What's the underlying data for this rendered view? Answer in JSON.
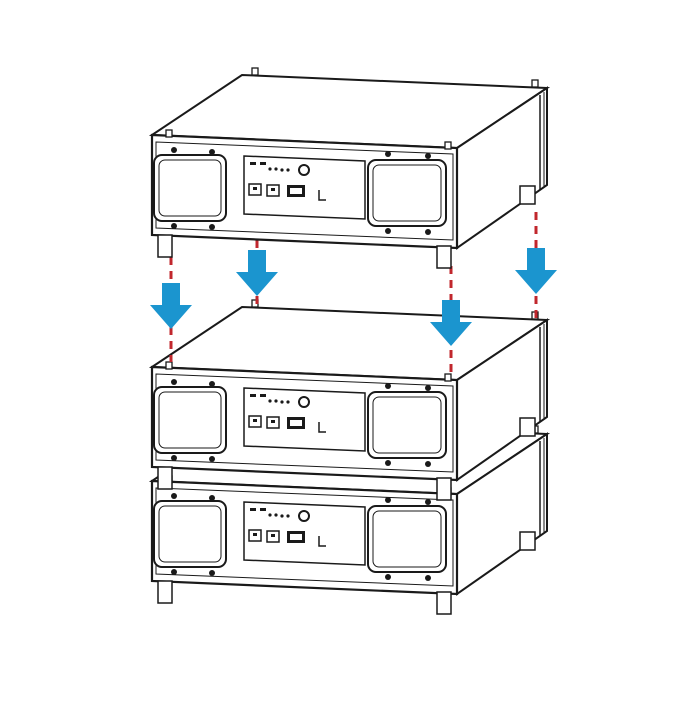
{
  "diagram": {
    "description_free": true,
    "colors": {
      "outline": "#1a1a1a",
      "face": "#ffffff",
      "arrow": "#1b95cf",
      "guide_line": "#c1272d"
    },
    "icons": {
      "down_arrow": "arrow-down-icon",
      "handle": "handle-icon",
      "power_button": "power-button-icon",
      "port": "port-icon",
      "led": "led-icon"
    },
    "modules": [
      {
        "id": "top",
        "role": "being-installed"
      },
      {
        "id": "middle",
        "role": "installed"
      },
      {
        "id": "bottom",
        "role": "installed"
      }
    ],
    "arrows_count": 4
  }
}
